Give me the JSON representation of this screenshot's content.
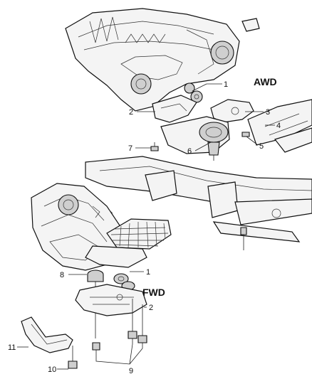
{
  "sections": {
    "top": "AWD",
    "bottom": "FWD"
  },
  "callouts": {
    "awd": [
      "1",
      "2",
      "3",
      "4",
      "5",
      "6",
      "7"
    ],
    "fwd": [
      "1",
      "2",
      "8",
      "9",
      "10",
      "11"
    ]
  }
}
